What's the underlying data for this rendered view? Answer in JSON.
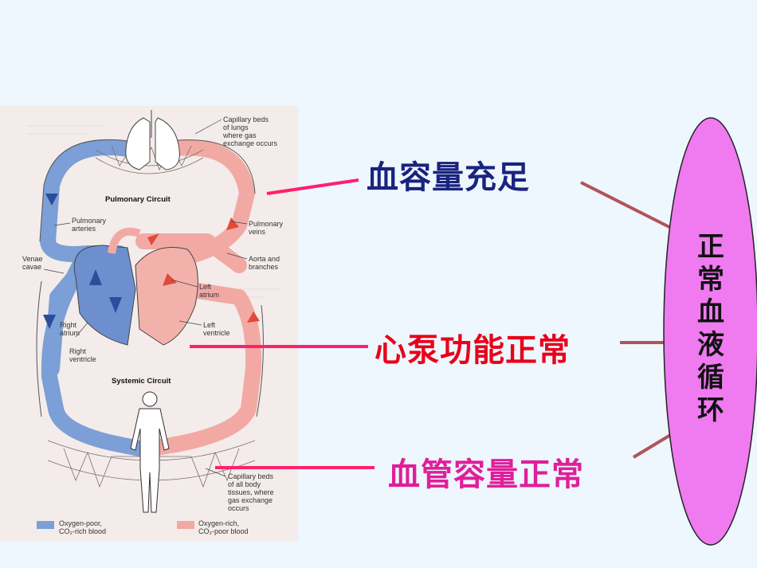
{
  "labels": {
    "blood_volume": "血容量充足",
    "heart_pump": "心泵功能正常",
    "vessel_volume": "血管容量正常",
    "center": [
      "正",
      "常",
      "血",
      "液",
      "循",
      "环"
    ]
  },
  "colors": {
    "blood_volume": "#1a237e",
    "heart_pump": "#e8001a",
    "vessel_volume": "#e01e9a",
    "ellipse_fill": "#f07af0",
    "connector_pink": "#ff1f6e",
    "connector_brown": "#b0545a",
    "oxygen_poor": "#7b9fd6",
    "oxygen_rich": "#f2a9a4"
  },
  "diagram": {
    "pulmonary_circuit": "Pulmonary Circuit",
    "systemic_circuit": "Systemic Circuit",
    "capillary_lungs": [
      "Capillary beds",
      "of lungs",
      "where gas",
      "exchange occurs"
    ],
    "pulmonary_arteries": [
      "Pulmonary",
      "arteries"
    ],
    "pulmonary_veins": [
      "Pulmonary",
      "veins"
    ],
    "venae_cavae": [
      "Venae",
      "cavae"
    ],
    "aorta": [
      "Aorta and",
      "branches"
    ],
    "left_atrium": [
      "Left",
      "atrium"
    ],
    "left_ventricle": [
      "Left",
      "ventricle"
    ],
    "right_atrium": [
      "Right",
      "atrium"
    ],
    "right_ventricle": [
      "Right",
      "ventricle"
    ],
    "capillary_body": [
      "Capillary beds",
      "of all body",
      "tissues, where",
      "gas exchange",
      "occurs"
    ],
    "legend_poor": [
      "Oxygen-poor,",
      "CO₂-rich blood"
    ],
    "legend_rich": [
      "Oxygen-rich,",
      "CO₂-poor blood"
    ]
  }
}
